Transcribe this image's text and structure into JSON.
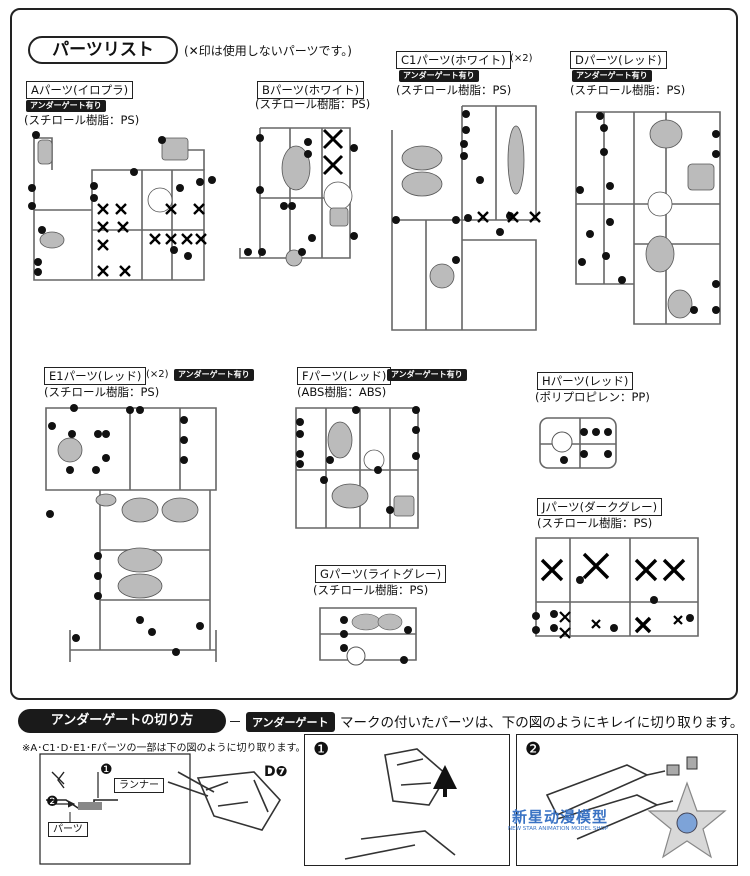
{
  "header": {
    "title": "パーツリスト",
    "note": "(✕印は使用しないパーツです。)"
  },
  "parts": {
    "A": {
      "label": "Aパーツ(イロプラ)",
      "badge": "アンダーゲート有り",
      "material": "(スチロール樹脂：PS)"
    },
    "B": {
      "label": "Bパーツ(ホワイト)",
      "material": "(スチロール樹脂：PS)"
    },
    "C1": {
      "label": "C1パーツ(ホワイト)",
      "mult": "(×2)",
      "badge": "アンダーゲート有り",
      "material": "(スチロール樹脂：PS)"
    },
    "D": {
      "label": "Dパーツ(レッド)",
      "badge": "アンダーゲート有り",
      "material": "(スチロール樹脂：PS)"
    },
    "E1": {
      "label": "E1パーツ(レッド)",
      "mult": "(×2)",
      "badge": "アンダーゲート有り",
      "material": "(スチロール樹脂：PS)"
    },
    "F": {
      "label": "Fパーツ(レッド)",
      "badge": "アンダーゲート有り",
      "material": "(ABS樹脂：ABS)"
    },
    "H": {
      "label": "Hパーツ(レッド)",
      "material": "(ポリプロピレン：PP)"
    },
    "G": {
      "label": "Gパーツ(ライトグレー)",
      "material": "(スチロール樹脂：PS)"
    },
    "J": {
      "label": "Jパーツ(ダークグレー)",
      "material": "(スチロール樹脂：PS)"
    }
  },
  "undergate": {
    "title": "アンダーゲートの切り方",
    "badge": "アンダーゲート",
    "text": "マークの付いたパーツは、下の図のようにキレイに切り取ります。",
    "note": "※A･C1･D･E1･Fパーツの一部は下の図のように切り取ります。",
    "runner_label": "ランナー",
    "part_label": "パーツ",
    "part_ref": "D❼",
    "step1": "❶",
    "step2": "❷"
  },
  "watermark": {
    "text": "新星动漫模型",
    "sub": "NEW STAR ANIMATION MODEL SHOP"
  }
}
